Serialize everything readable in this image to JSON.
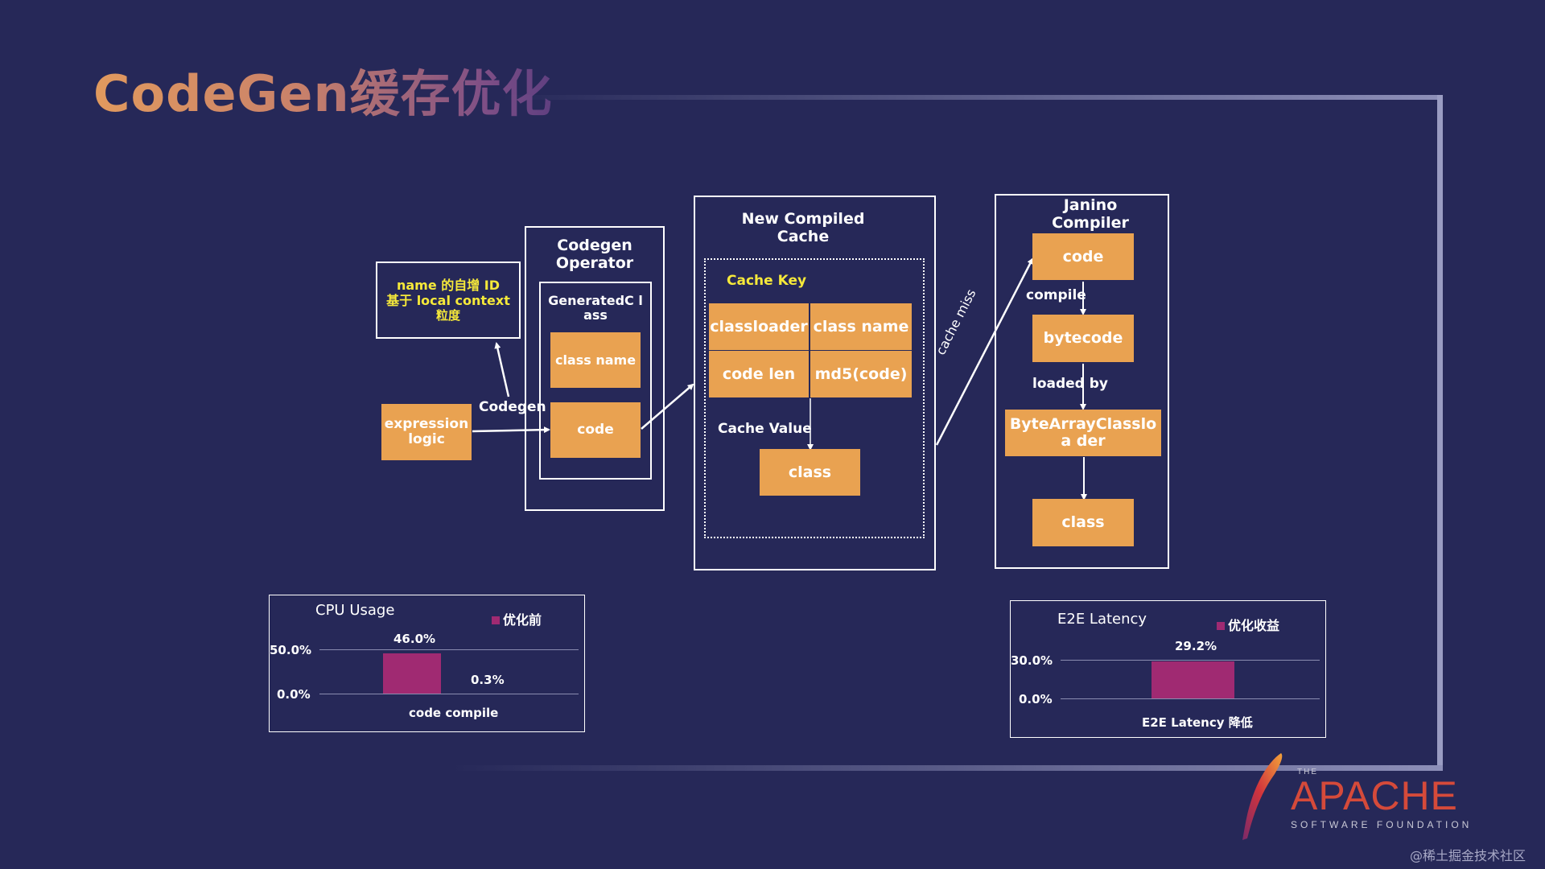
{
  "title": "CodeGen缓存优化",
  "name_box": {
    "line1": "name 的自增 ID",
    "line2": "基于 local context",
    "line3": "粒度"
  },
  "expression_logic": "expression logic",
  "codegen_arrow_label": "Codegen",
  "codegen_operator": {
    "title": "Codegen Operator",
    "generated_class": "GeneratedC lass",
    "class_name": "class name",
    "code": "code"
  },
  "cache": {
    "title": "New Compiled Cache",
    "key_label": "Cache Key",
    "key_cells": [
      "classloader",
      "class name",
      "code len",
      "md5(code)"
    ],
    "value_label": "Cache Value",
    "value": "class"
  },
  "cache_miss_label": "cache miss",
  "janino": {
    "title": "Janino Compiler",
    "code": "code",
    "compile_label": "compile",
    "bytecode": "bytecode",
    "loaded_by_label": "loaded by",
    "classloader": "ByteArrayClassloa der",
    "class": "class"
  },
  "cpu_chart": {
    "title": "CPU Usage",
    "legend": "优化前",
    "ytick_top": "50.0%",
    "ytick_bottom": "0.0%",
    "bar1_label": "46.0%",
    "bar2_label": "0.3%",
    "xlabel": "code compile"
  },
  "latency_chart": {
    "title": "E2E Latency",
    "legend": "优化收益",
    "ytick_top": "30.0%",
    "ytick_bottom": "0.0%",
    "bar_label": "29.2%",
    "xlabel": "E2E Latency 降低"
  },
  "chart_data": [
    {
      "type": "bar",
      "title": "CPU Usage",
      "categories": [
        "code compile"
      ],
      "series": [
        {
          "name": "优化前",
          "values": [
            46.0
          ]
        },
        {
          "name": "",
          "values": [
            0.3
          ]
        }
      ],
      "ylim": [
        0,
        50
      ],
      "units": "%"
    },
    {
      "type": "bar",
      "title": "E2E Latency",
      "categories": [
        "E2E Latency 降低"
      ],
      "series": [
        {
          "name": "优化收益",
          "values": [
            29.2
          ]
        }
      ],
      "ylim": [
        0,
        30
      ],
      "units": "%"
    }
  ],
  "logo": {
    "the": "THE",
    "name": "APACHE",
    "sub": "SOFTWARE FOUNDATION"
  },
  "watermark": "@稀土掘金技术社区",
  "colors": {
    "background": "#262858",
    "box_fill": "#e9a251",
    "bar": "#a02a72",
    "highlight_text": "#f6e93a"
  }
}
